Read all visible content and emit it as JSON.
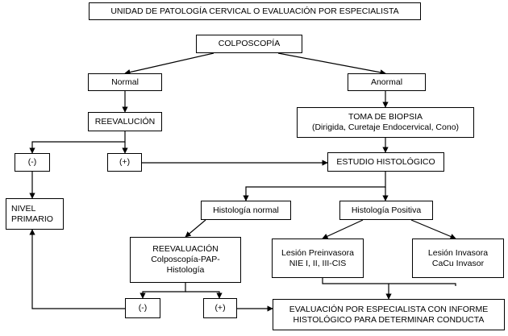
{
  "nodes": {
    "title": "UNIDAD DE PATOLOGÍA CERVICAL O EVALUACIÓN POR ESPECIALISTA",
    "colposcopia": "COLPOSCOPÍA",
    "normal": "Normal",
    "anormal": "Anormal",
    "reevaluacion1": "REEVALUCIÓN",
    "toma_biopsia": "TOMA DE BIOPSIA\n(Dirigida, Curetaje Endocervical, Cono)",
    "neg1": "(-)",
    "pos1": "(+)",
    "estudio_histologico": "ESTUDIO HISTOLÓGICO",
    "nivel_primario": "NIVEL\nPRIMARIO",
    "histologia_normal": "Histología normal",
    "histologia_positiva": "Histología Positiva",
    "reevaluacion2": "REEVALUACIÓN\nColposcopía-PAP-\nHistología",
    "lesion_preinvasora": "Lesión Preinvasora\nNIE I, II, III-CIS",
    "lesion_invasora": "Lesión Invasora\nCaCu Invasor",
    "neg2": "(-)",
    "pos2": "(+)",
    "evaluacion_especialista": "EVALUACIÓN POR ESPECIALISTA CON INFORME\nHISTOLÓGICO PARA DETERMINAR CONDUCTA"
  }
}
